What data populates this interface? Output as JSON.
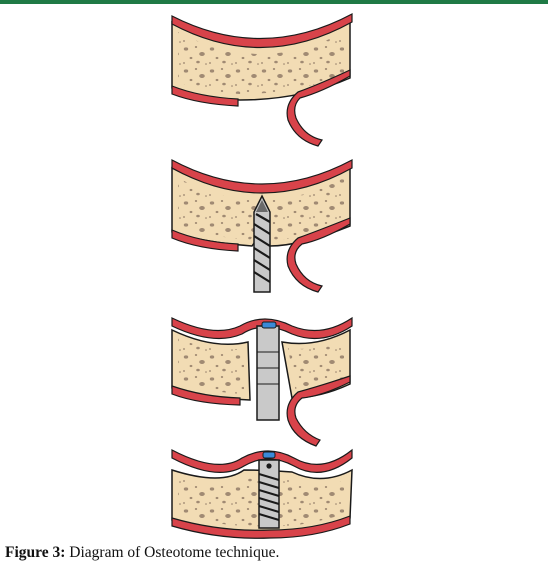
{
  "colors": {
    "accent_bar": "#1f7a45",
    "bone": "#f2dcb4",
    "bone_pores": "#a08a73",
    "membrane": "#d8434a",
    "instrument": "#c9c9c9",
    "instrument_tip": "#3a8ad8",
    "outline": "#1a1a1a"
  },
  "figure": {
    "panels": [
      {
        "step": 1,
        "instrument": "none"
      },
      {
        "step": 2,
        "instrument": "drill"
      },
      {
        "step": 3,
        "instrument": "osteotome"
      },
      {
        "step": 4,
        "instrument": "implant"
      }
    ]
  },
  "caption": {
    "label": "Figure 3:",
    "text": " Diagram of Osteotome technique."
  }
}
